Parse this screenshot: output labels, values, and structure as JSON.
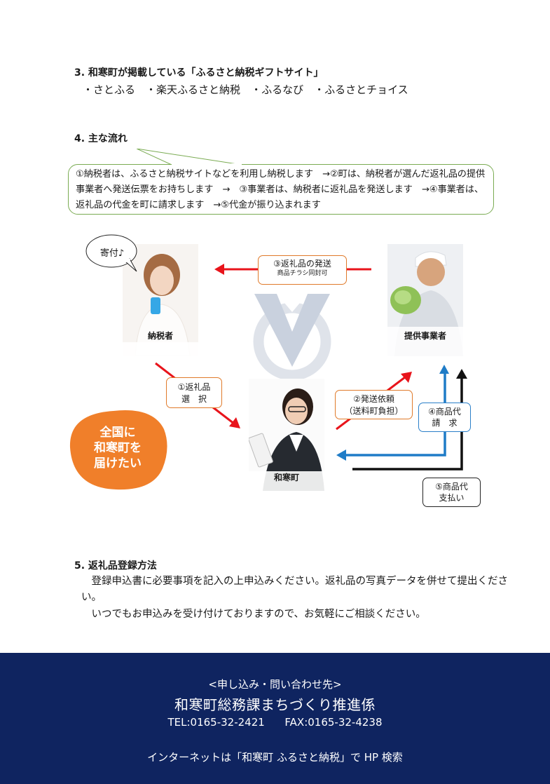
{
  "section3": {
    "heading": "3. 和寒町が掲載している「ふるさと納税ギフトサイト」",
    "sites": [
      "・さとふる",
      "・楽天ふるさと納税",
      "・ふるなび",
      "・ふるさとチョイス"
    ]
  },
  "section4": {
    "heading": "4. 主な流れ",
    "flow_text": "①納税者は、ふるさと納税サイトなどを利用し納税します　→②町は、納税者が選んだ返礼品の提供事業者へ発送伝票をお持ちします　→　③事業者は、納税者に返礼品を発送します　→④事業者は、返礼品の代金を町に請求します　→⑤代金が振り込まれます",
    "diagram": {
      "speech_bubble": "寄付♪",
      "taxpayer_label": "納税者",
      "provider_label": "提供事業者",
      "town_label": "和寒町",
      "step3_title": "③返礼品の発送",
      "step3_sub": "商品チラシ同封可",
      "step1_line1": "①返礼品",
      "step1_line2": "選　択",
      "step2_line1": "②発送依頼",
      "step2_line2": "（送料町負担）",
      "step4_line1": "④商品代",
      "step4_line2": "請　求",
      "step5_line1": "⑤商品代",
      "step5_line2": "支払い",
      "blob_line1": "全国に",
      "blob_line2": "和寒町を",
      "blob_line3": "届けたい"
    }
  },
  "section5": {
    "heading": "5. 返礼品登録方法",
    "para1": "　登録申込書に必要事項を記入の上申込みください。返礼品の写真データを併せて提出ください。",
    "para2": "　いつでもお申込みを受け付けておりますので、お気軽にご相談ください。"
  },
  "footer": {
    "contact_heading": "<申し込み・問い合わせ先>",
    "department": "和寒町総務課まちづくり推進係",
    "tel": "TEL:0165-32-2421",
    "fax": "FAX:0165-32-4238",
    "internet": "インターネットは「和寒町 ふるさと納税」で HP 検索"
  },
  "colors": {
    "footer_bg": "#0f2460",
    "red_arrow": "#e8141b",
    "blue_arrow": "#1f7cc7",
    "orange_blob": "#f07f2a",
    "bubble_border": "#7aab52"
  }
}
